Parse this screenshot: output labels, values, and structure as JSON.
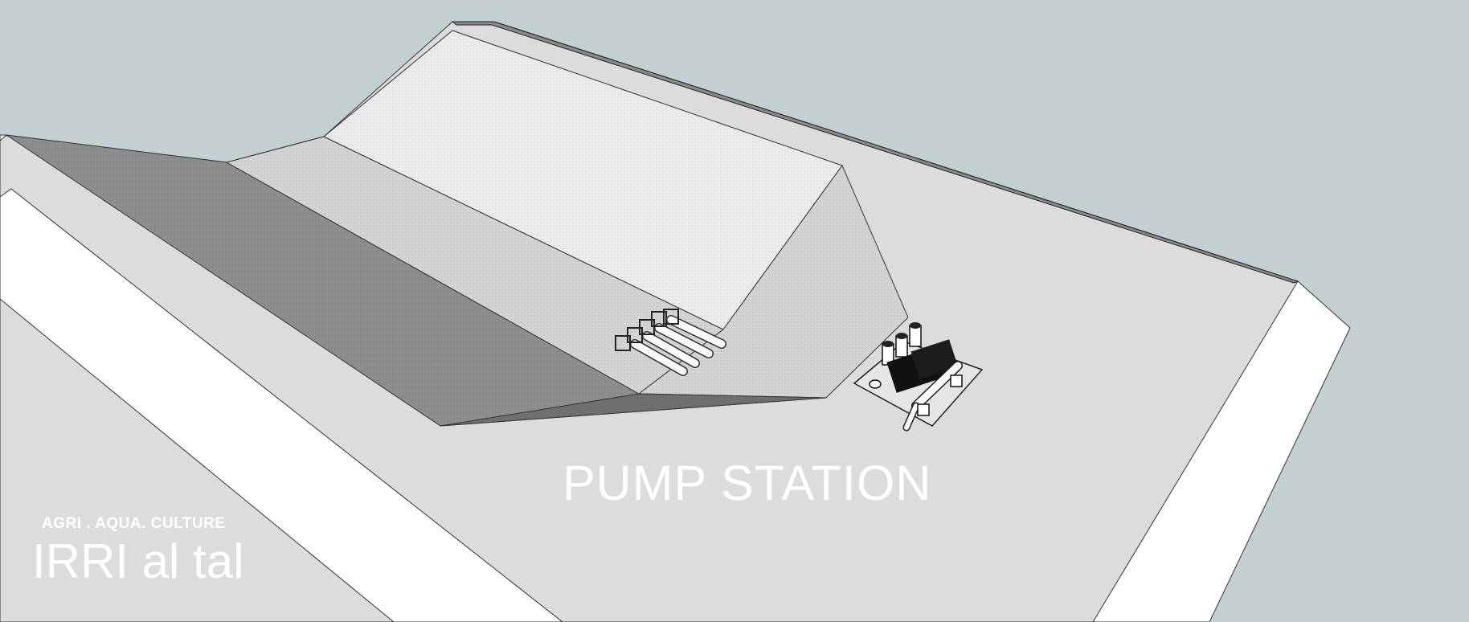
{
  "scene": {
    "caption": "PUMP STATION",
    "brand": {
      "tagline": "AGRI . AQUA. CULTURE",
      "name": "IRRI al tal"
    },
    "colors": {
      "sky": "#c3cfd1",
      "ground": "#dcdcdc",
      "embankment_front": "#ffffff",
      "reservoir_top": "#eaeaea",
      "slope_light": "#d2d2d2",
      "slope_dark": "#8c8c8c",
      "pump_pad": "#e6e6e6"
    }
  }
}
